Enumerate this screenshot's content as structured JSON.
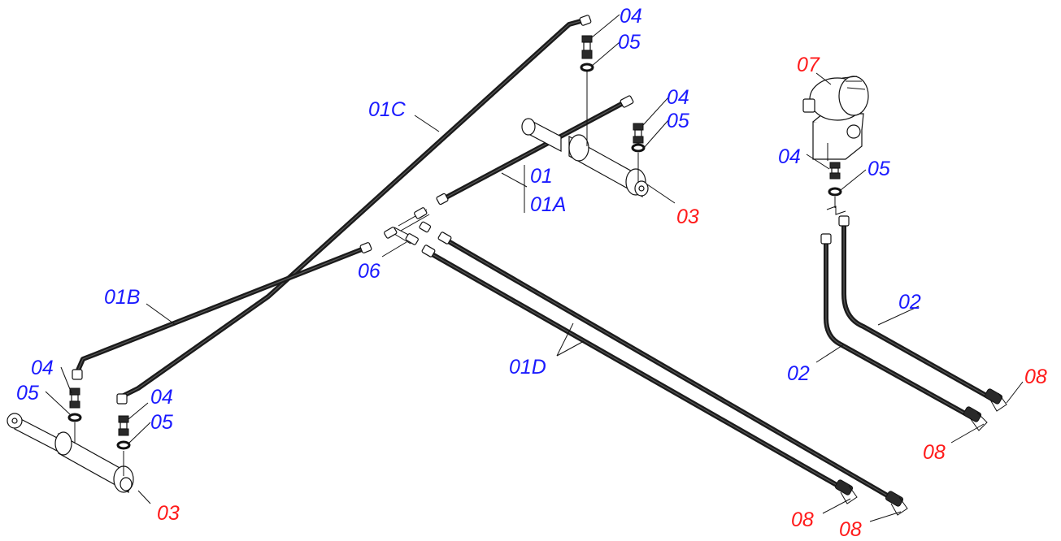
{
  "colors": {
    "hose_label": "#1a1aff",
    "part_label": "#ff1a1a",
    "line": "#111111"
  },
  "labels": {
    "hose_01c": "01C",
    "hose_01": "01",
    "hose_01a": "01A",
    "hose_01b": "01B",
    "hose_01d": "01D",
    "hose_02_upper": "02",
    "hose_02_lower": "02",
    "cylinder_right": "03",
    "cylinder_left": "03",
    "fitting_top": "04",
    "oring_top": "05",
    "fitting_right_cyl": "04",
    "oring_right_cyl": "05",
    "fitting_valve": "04",
    "oring_valve": "05",
    "fitting_left_a": "04",
    "oring_left_a": "05",
    "fitting_left_b": "04",
    "oring_left_b": "05",
    "tee_fitting": "06",
    "valve": "07",
    "coupler_right_upper": "08",
    "coupler_right_lower": "08",
    "coupler_bottom_left": "08",
    "coupler_bottom_right": "08"
  }
}
